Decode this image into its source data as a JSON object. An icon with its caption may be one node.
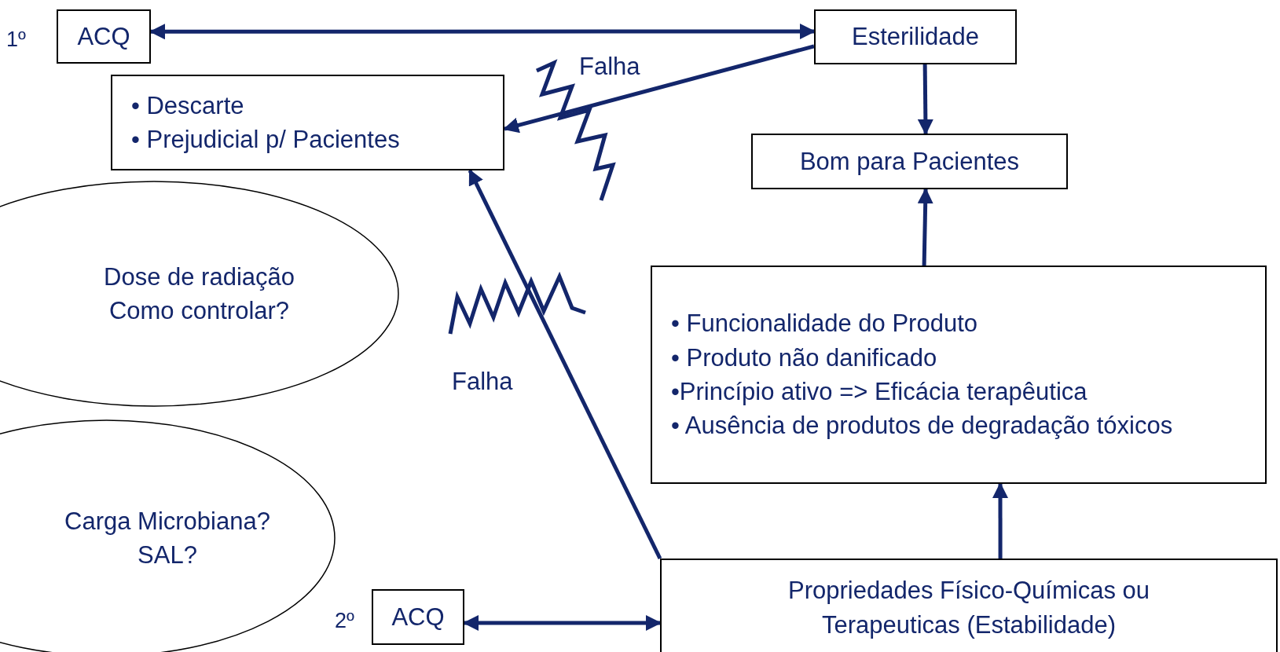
{
  "diagram": {
    "nodes": [
      {
        "text": [
          "ACQ"
        ]
      },
      {
        "text": [
          "Esterilidade"
        ]
      },
      {
        "text": [
          "• Descarte",
          "• Prejudicial p/ Pacientes"
        ]
      },
      {
        "text": [
          "Bom para Pacientes"
        ]
      },
      {
        "text": [
          "Dose de radiação Como controlar?"
        ]
      },
      {
        "text": [
          "• Funcionalidade do Produto",
          "• Produto não danificado",
          "•Princípio ativo => Eficácia terapêutica",
          "• Ausência de produtos de degradação tóxicos"
        ]
      },
      {
        "text": [
          "Carga Microbiana? SAL?"
        ]
      },
      {
        "text": [
          "ACQ"
        ]
      },
      {
        "text": [
          "Propriedades Físico-Químicas ou Terapeuticas (Estabilidade)"
        ]
      }
    ],
    "edges": [
      {
        "from": 0,
        "to": 1,
        "arrow": "both"
      },
      {
        "from": 1,
        "to": 2,
        "arrow": "to",
        "label": "Falha"
      },
      {
        "from": 1,
        "to": 3,
        "arrow": "to"
      },
      {
        "from": 5,
        "to": 3,
        "arrow": "to"
      },
      {
        "from": 8,
        "to": 2,
        "arrow": "to",
        "label": "Falha"
      },
      {
        "from": 8,
        "to": 5,
        "arrow": "to"
      },
      {
        "from": 7,
        "to": 8,
        "arrow": "both"
      }
    ],
    "labels": [
      "1º",
      "2º"
    ]
  }
}
